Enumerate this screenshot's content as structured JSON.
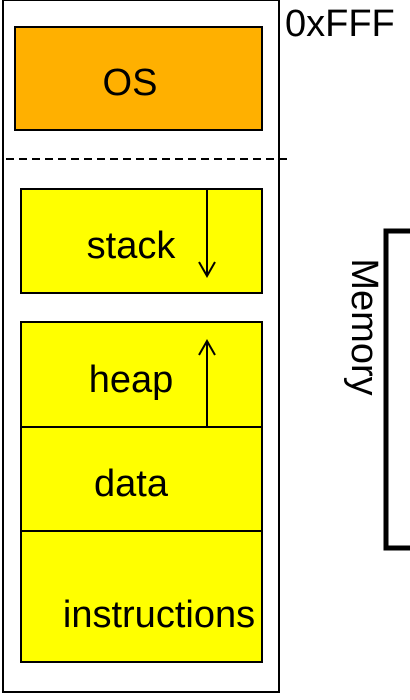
{
  "segments": {
    "os": "OS",
    "stack": "stack",
    "heap": "heap",
    "data": "data",
    "instructions": "instructions"
  },
  "address_top": "0xFFF",
  "memory_label": "Memory",
  "colors": {
    "os_fill": "#FFB000",
    "segment_fill": "#FFFF00",
    "stroke": "#000000",
    "background": "#FFFFFF"
  }
}
